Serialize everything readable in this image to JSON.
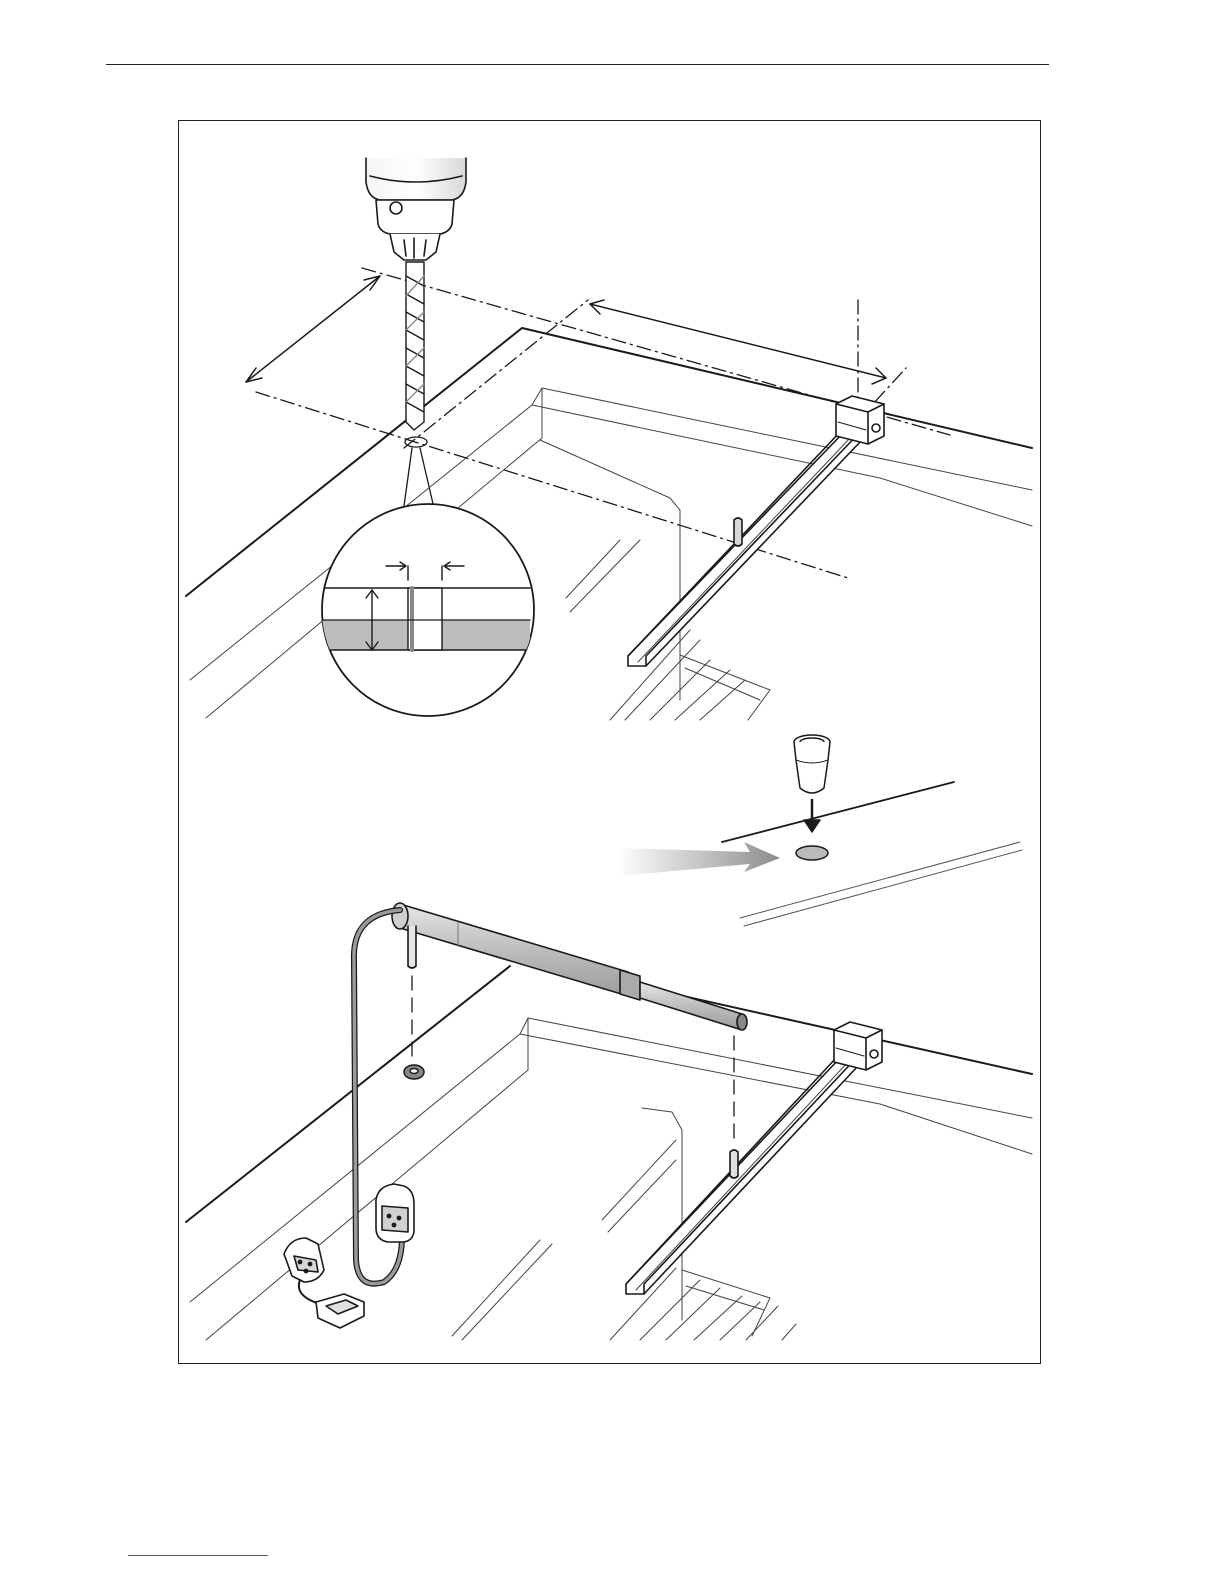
{
  "page": {
    "header_rule": "line",
    "footer_link": "line"
  },
  "colors": {
    "ink": "#1a1a1a",
    "light_ink": "#444444",
    "grey_fill": "#c8c8c8",
    "mid_grey": "#9a9a9a",
    "link_underline": "#3355cc"
  },
  "illustration": {
    "panels": [
      "drilling-step",
      "fitting-step"
    ],
    "icons": [
      "drill-icon",
      "drill-bit-icon",
      "hinge-arm-icon",
      "dowel-insert-icon",
      "gas-strut-icon",
      "power-cable-icon",
      "plug-icon",
      "socket-icon",
      "arrow-icon",
      "magnifier-detail-icon"
    ]
  }
}
